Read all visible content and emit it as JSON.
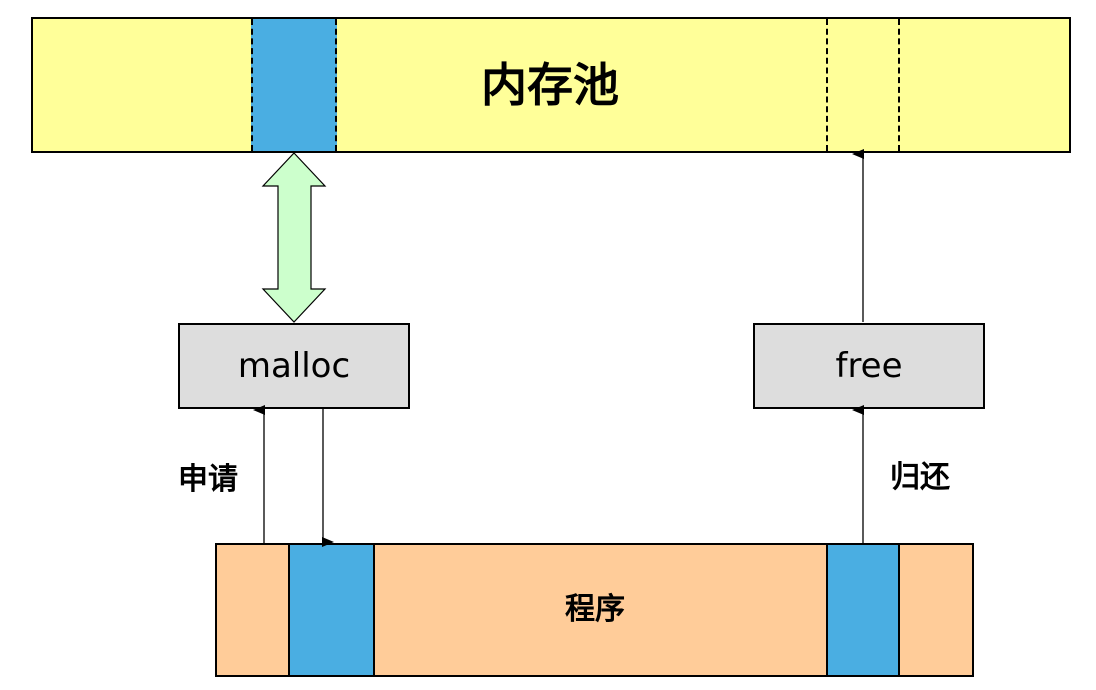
{
  "colors": {
    "pool_bg": "#FFFF99",
    "block_bg": "#4AAEE2",
    "func_bg": "#DDDDDD",
    "program_bg": "#FFCC99",
    "double_arrow_fill": "#CCFFCC"
  },
  "memory_pool": {
    "label": "内存池",
    "blocks": [
      {
        "state": "allocated"
      },
      {
        "state": "returned"
      }
    ]
  },
  "functions": {
    "malloc": "malloc",
    "free": "free"
  },
  "program": {
    "label": "程序",
    "blocks": [
      "allocated-block-1",
      "allocated-block-2"
    ]
  },
  "edge_labels": {
    "request": "申请",
    "return": "归还"
  },
  "edges": [
    {
      "from": "memory_pool.allocated",
      "to": "malloc",
      "type": "double-arrow"
    },
    {
      "from": "program",
      "to": "malloc",
      "label": "申请"
    },
    {
      "from": "malloc",
      "to": "program.block-1"
    },
    {
      "from": "program.block-2",
      "to": "free",
      "label": "归还"
    },
    {
      "from": "free",
      "to": "memory_pool.returned"
    }
  ]
}
